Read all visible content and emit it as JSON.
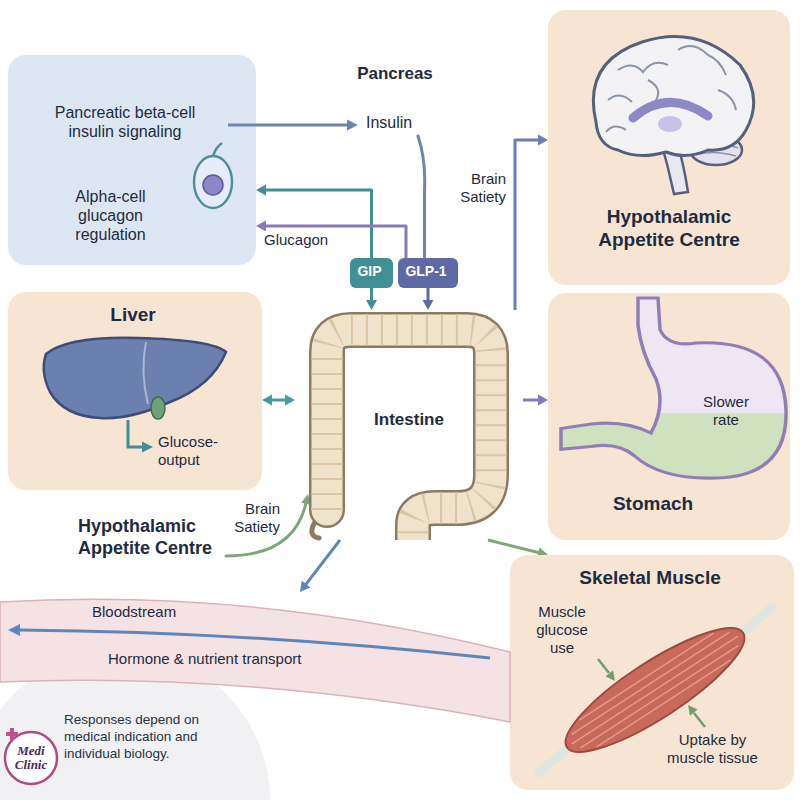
{
  "diagram": {
    "caption": "Responses depend on medical indication and individual biology.",
    "nodes": [
      {
        "text": [
          "Pancreatic beta-cell insulin signaling",
          "Alpha-cell glucagon regulation"
        ]
      },
      {
        "text": [
          "GIP"
        ]
      },
      {
        "text": [
          "GLP-1"
        ]
      },
      {
        "text": [
          "Hypothalamic Appetite Centre"
        ]
      },
      {
        "text": [
          "Liver",
          "Glucose-output"
        ]
      },
      {
        "text": [
          "Intestine"
        ]
      },
      {
        "text": [
          "Slower rate",
          "Stomach"
        ]
      },
      {
        "text": [
          "Skeletal Muscle",
          "Muscle glucose use",
          "Uptake by muscle tissue"
        ]
      },
      {
        "text": [
          "Bloodstream",
          "Hormone & nutrient transport"
        ]
      }
    ],
    "edges": [
      {
        "from": 1,
        "to": 0,
        "arrow": "to"
      },
      {
        "from": 1,
        "to": 5,
        "arrow": "to"
      },
      {
        "from": 2,
        "to": 5,
        "arrow": "to"
      },
      {
        "from": 2,
        "to": 0,
        "arrow": "to",
        "label": "Glucagon"
      },
      {
        "from": 5,
        "to": 3,
        "arrow": "to",
        "label": "Brain Satiety"
      },
      {
        "from": 4,
        "to": 5,
        "arrow": "both"
      },
      {
        "from": 5,
        "to": 6,
        "arrow": "to"
      },
      {
        "from": 5,
        "to": 7,
        "arrow": "to"
      },
      {
        "from": 5,
        "to": 8,
        "arrow": "to"
      }
    ],
    "labels": [
      "Pancreas",
      "Insulin",
      "Hypothalamic Appetite Centre",
      "Brain Satiety",
      "Medi Clinic"
    ]
  }
}
